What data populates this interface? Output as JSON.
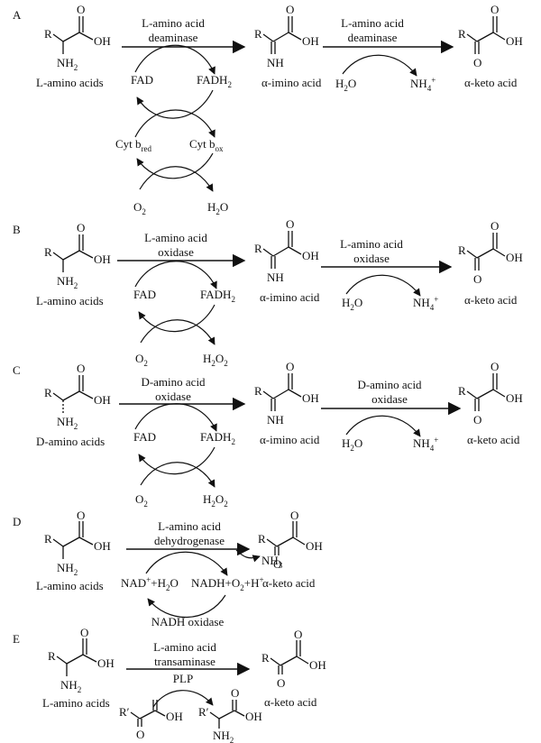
{
  "panels": [
    {
      "letter": "A",
      "substrate": "L-amino acids",
      "enzyme_line1": "L-amino acid",
      "enzyme_line2": "deaminase",
      "cofactor_in": "FAD",
      "cofactor_out": "FADH",
      "cofactor_out_sub": "2",
      "intermediate": "α-imino acid",
      "enzyme2_line1": "L-amino acid",
      "enzyme2_line2": "deaminase",
      "water": "H",
      "water_sub": "2",
      "water_tail": "O",
      "ammonium": "NH",
      "ammonium_sub": "4",
      "ammonium_sup": "+",
      "product": "α-keto acid",
      "cyt_red": "Cyt b",
      "cyt_red_sub": "red",
      "cyt_ox": "Cyt b",
      "cyt_ox_sub": "ox",
      "oxygen": "O",
      "oxygen_sub": "2",
      "water_out": "H",
      "water_out_sub": "2",
      "water_out_tail": "O"
    },
    {
      "letter": "B",
      "substrate": "L-amino acids",
      "enzyme_line1": "L-amino acid",
      "enzyme_line2": "oxidase",
      "cofactor_in": "FAD",
      "cofactor_out": "FADH",
      "cofactor_out_sub": "2",
      "intermediate": "α-imino acid",
      "enzyme2_line1": "L-amino acid",
      "enzyme2_line2": "oxidase",
      "water": "H",
      "water_sub": "2",
      "water_tail": "O",
      "ammonium": "NH",
      "ammonium_sub": "4",
      "ammonium_sup": "+",
      "product": "α-keto acid",
      "oxygen": "O",
      "oxygen_sub": "2",
      "peroxide": "H",
      "peroxide_sub": "2",
      "peroxide_mid": "O",
      "peroxide_sub2": "2"
    },
    {
      "letter": "C",
      "substrate": "D-amino acids",
      "enzyme_line1": "D-amino acid",
      "enzyme_line2": "oxidase",
      "cofactor_in": "FAD",
      "cofactor_out": "FADH",
      "cofactor_out_sub": "2",
      "intermediate": "α-imino acid",
      "enzyme2_line1": "D-amino acid",
      "enzyme2_line2": "oxidase",
      "water": "H",
      "water_sub": "2",
      "water_tail": "O",
      "ammonium": "NH",
      "ammonium_sub": "4",
      "ammonium_sup": "+",
      "product": "α-keto acid",
      "oxygen": "O",
      "oxygen_sub": "2",
      "peroxide": "H",
      "peroxide_sub": "2",
      "peroxide_mid": "O",
      "peroxide_sub2": "2"
    },
    {
      "letter": "D",
      "substrate": "L-amino acids",
      "enzyme_line1": "L-amino acid",
      "enzyme_line2": "dehydrogenase",
      "ammonia": "NH",
      "ammonia_sub": "3",
      "nad_in": "NAD",
      "nad_in_sup": "+",
      "nad_in_tail": "+H",
      "nad_in_sub": "2",
      "nad_in_end": "O",
      "nadh_out": "NADH+O",
      "nadh_out_sub": "2",
      "nadh_out_tail": "+H",
      "nadh_out_sup": "+",
      "product": "α-keto acid",
      "bottom_enzyme": "NADH oxidase"
    },
    {
      "letter": "E",
      "substrate": "L-amino acids",
      "enzyme_line1": "L-amino acid",
      "enzyme_line2": "transaminase",
      "cofactor": "PLP",
      "product": "α-keto acid"
    }
  ],
  "chem": {
    "R": "R",
    "Rp": "R′",
    "OH": "OH",
    "O": "O",
    "NH": "NH",
    "NH2": "NH",
    "NH2_sub": "2"
  }
}
